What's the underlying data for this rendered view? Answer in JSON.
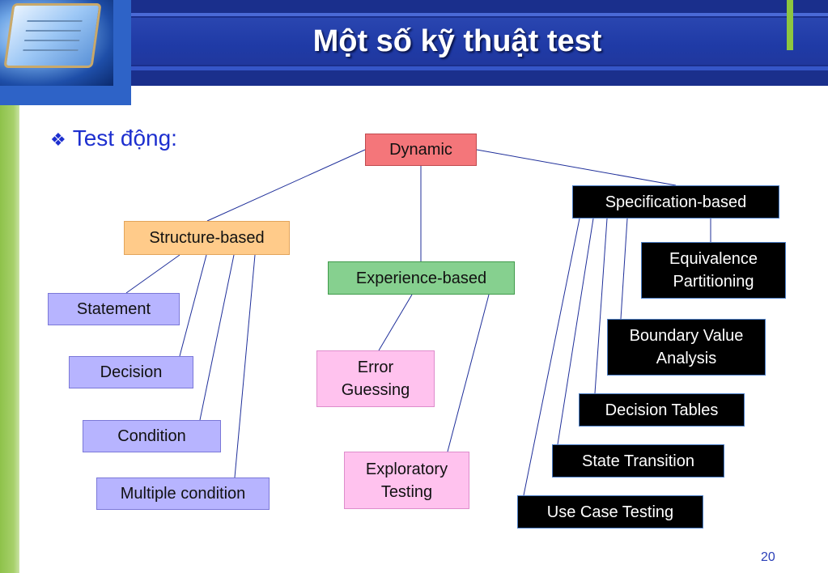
{
  "slide": {
    "title": "Một số kỹ thuật test",
    "bullet_symbol": "❖",
    "bullet_text": "Test động:",
    "page_number": "20"
  },
  "diagram": {
    "root": "Dynamic",
    "structure_based": {
      "label": "Structure-based",
      "children": [
        "Statement",
        "Decision",
        "Condition",
        "Multiple condition"
      ]
    },
    "experience_based": {
      "label": "Experience-based",
      "children": [
        "Error Guessing",
        "Exploratory Testing"
      ]
    },
    "specification_based": {
      "label": "Specification-based",
      "children": [
        "Equivalence Partitioning",
        "Boundary Value Analysis",
        "Decision Tables",
        "State Transition",
        "Use Case Testing"
      ]
    }
  },
  "colors": {
    "header": "#1a2f8c",
    "accent_green": "#8dc63f",
    "bullet_text": "#1d2fcf",
    "root_fill": "#f4767a",
    "structure_fill": "#ffcb8a",
    "experience_fill": "#86d08f",
    "structure_leaf_fill": "#b7b4ff",
    "experience_leaf_fill": "#ffc2ee",
    "specification_fill": "#000000"
  }
}
